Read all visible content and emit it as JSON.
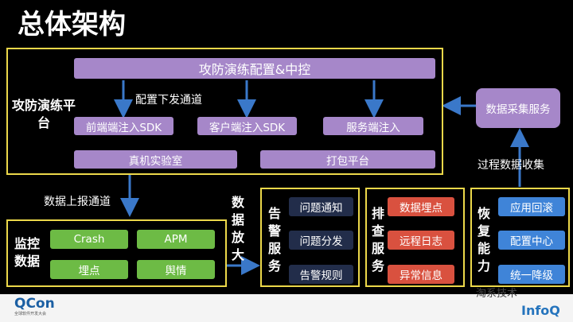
{
  "title": "总体架构",
  "platform": {
    "label": "攻防演练平台",
    "config": "攻防演练配置&中控",
    "channel": "配置下发通道",
    "sdks": [
      "前端端注入SDK",
      "客户端注入SDK",
      "服务端注入"
    ],
    "bottom": [
      "真机实验室",
      "打包平台"
    ]
  },
  "collector": "数据采集服务",
  "collect_label": "过程数据收集",
  "report_label": "数据上报通道",
  "amplify_label": "数据放大",
  "monitor": {
    "label": "监控数据",
    "items": [
      "Crash",
      "APM",
      "埋点",
      "舆情"
    ]
  },
  "alert": {
    "label": "告警服务",
    "items": [
      "问题通知",
      "问题分发",
      "告警规则"
    ]
  },
  "debug": {
    "label": "排查服务",
    "items": [
      "数据埋点",
      "远程日志",
      "异常信息"
    ]
  },
  "recover": {
    "label": "恢复能力",
    "items": [
      "应用回滚",
      "配置中心",
      "统一降级"
    ]
  },
  "footer": {
    "qcon": "QCon",
    "qcon_sub": "全球软件开发大会",
    "infoq": "InfoQ",
    "wechat": "淘系技术"
  },
  "colors": {
    "frame": "#ecd84a",
    "arrow": "#3a78c9",
    "purple": "#a687c9",
    "green": "#6dbb45",
    "red": "#d9513f",
    "blue": "#3f84d8",
    "navy": "#222d4a"
  }
}
